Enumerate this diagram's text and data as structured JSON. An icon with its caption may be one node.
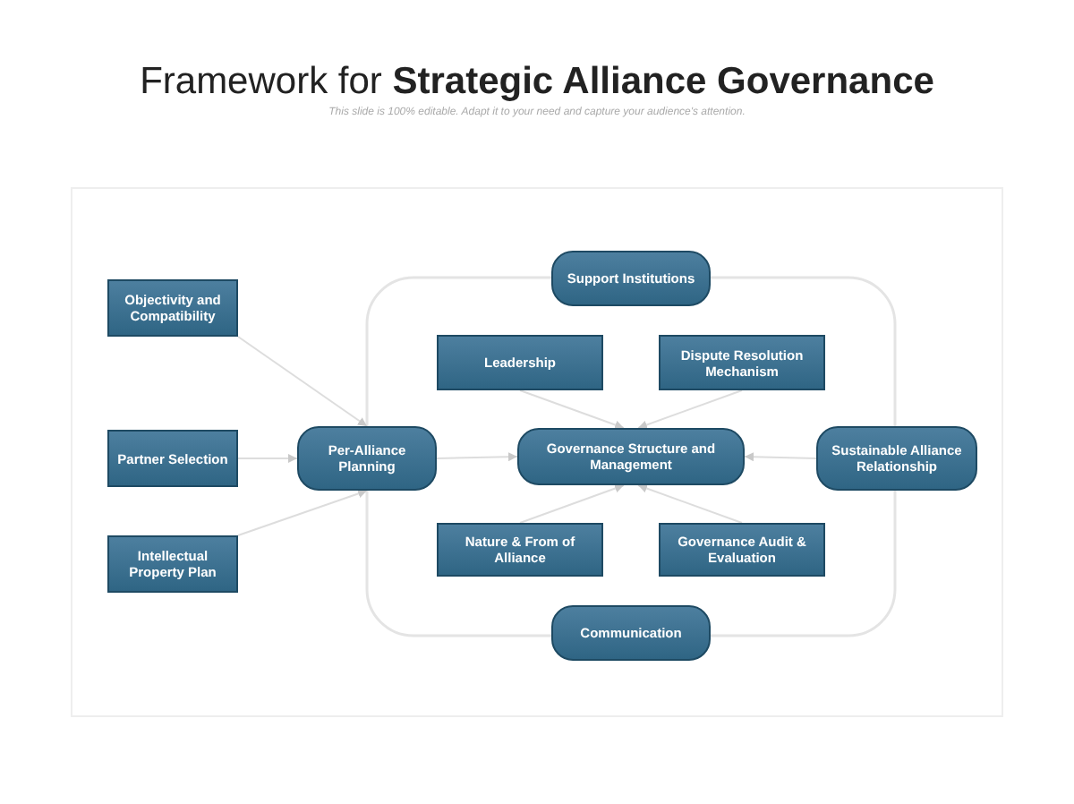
{
  "diagram": {
    "title": "Framework for **Strategic Alliance Governance**",
    "nodes": [
      {
        "text": [
          "Objectivity and Compatibility"
        ]
      },
      {
        "text": [
          "Partner Selection"
        ]
      },
      {
        "text": [
          "Intellectual Property Plan"
        ]
      },
      {
        "text": [
          "Per-Alliance Planning"
        ]
      },
      {
        "text": [
          "Support Institutions"
        ]
      },
      {
        "text": [
          "Leadership"
        ]
      },
      {
        "text": [
          "Dispute Resolution Mechanism"
        ]
      },
      {
        "text": [
          "Governance Structure and Management"
        ]
      },
      {
        "text": [
          "Sustainable Alliance Relationship"
        ]
      },
      {
        "text": [
          "Nature & From of Alliance"
        ]
      },
      {
        "text": [
          "Governance Audit & Evaluation"
        ]
      },
      {
        "text": [
          "Communication"
        ]
      }
    ],
    "edges": [
      {
        "from": 0,
        "to": 3,
        "arrow": "to"
      },
      {
        "from": 1,
        "to": 3,
        "arrow": "to"
      },
      {
        "from": 2,
        "to": 3,
        "arrow": "to"
      },
      {
        "from": 3,
        "to": 7,
        "arrow": "to"
      },
      {
        "from": 5,
        "to": 7,
        "arrow": "to"
      },
      {
        "from": 6,
        "to": 7,
        "arrow": "to"
      },
      {
        "from": 8,
        "to": 7,
        "arrow": "to"
      },
      {
        "from": 9,
        "to": 7,
        "arrow": "to"
      },
      {
        "from": 10,
        "to": 7,
        "arrow": "to"
      }
    ],
    "labels": [
      "This slide is 100% editable. Adapt it to your need and capture your audience's attention."
    ]
  }
}
